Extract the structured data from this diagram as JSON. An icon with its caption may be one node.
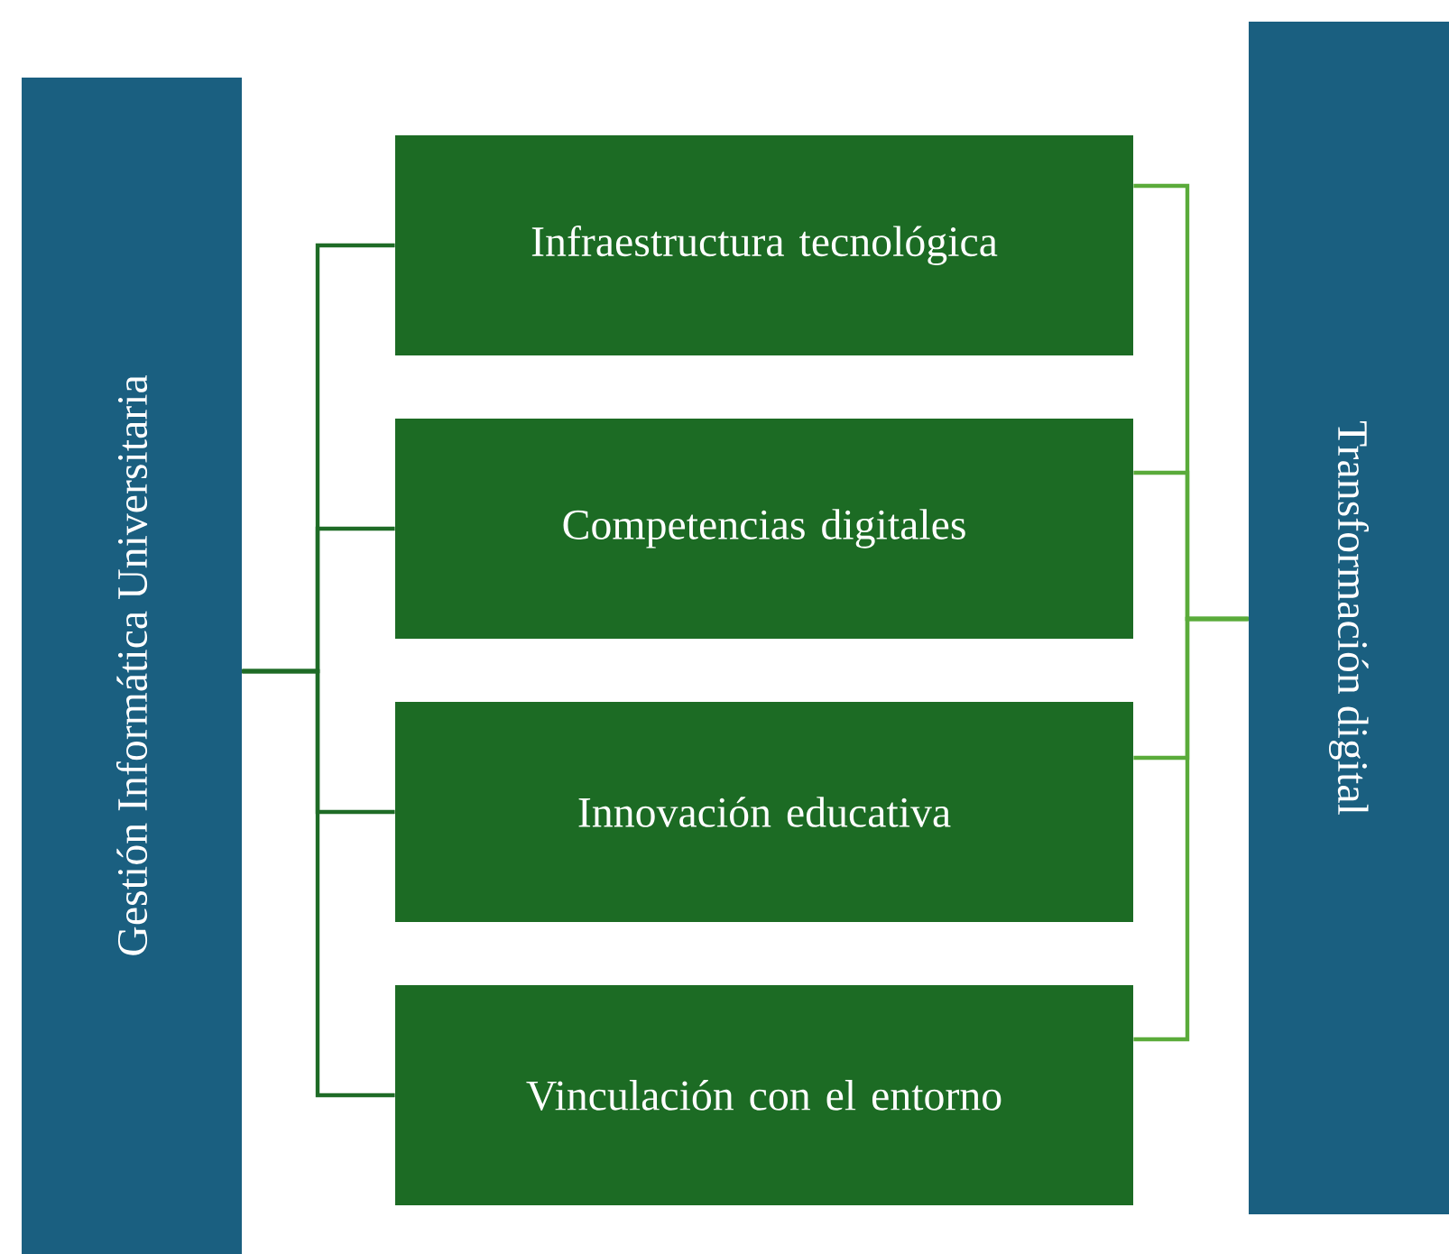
{
  "diagram": {
    "nodes": [
      {
        "text": [
          "Gestión Informática Universitaria"
        ]
      },
      {
        "text": [
          "Infraestructura tecnológica"
        ]
      },
      {
        "text": [
          "Competencias digitales"
        ]
      },
      {
        "text": [
          "Innovación educativa"
        ]
      },
      {
        "text": [
          "Vinculación con el entorno"
        ]
      },
      {
        "text": [
          "Transformación digital"
        ]
      }
    ],
    "edges": [
      {
        "from": 0,
        "to": 1,
        "arrow": "none"
      },
      {
        "from": 0,
        "to": 2,
        "arrow": "none"
      },
      {
        "from": 0,
        "to": 3,
        "arrow": "none"
      },
      {
        "from": 0,
        "to": 4,
        "arrow": "none"
      },
      {
        "from": 1,
        "to": 5,
        "arrow": "none",
        "color": "#5aab3a"
      },
      {
        "from": 2,
        "to": 5,
        "arrow": "none",
        "color": "#5aab3a"
      },
      {
        "from": 3,
        "to": 5,
        "arrow": "none",
        "color": "#5aab3a"
      },
      {
        "from": 4,
        "to": 5,
        "arrow": "none",
        "color": "#5aab3a"
      }
    ]
  }
}
